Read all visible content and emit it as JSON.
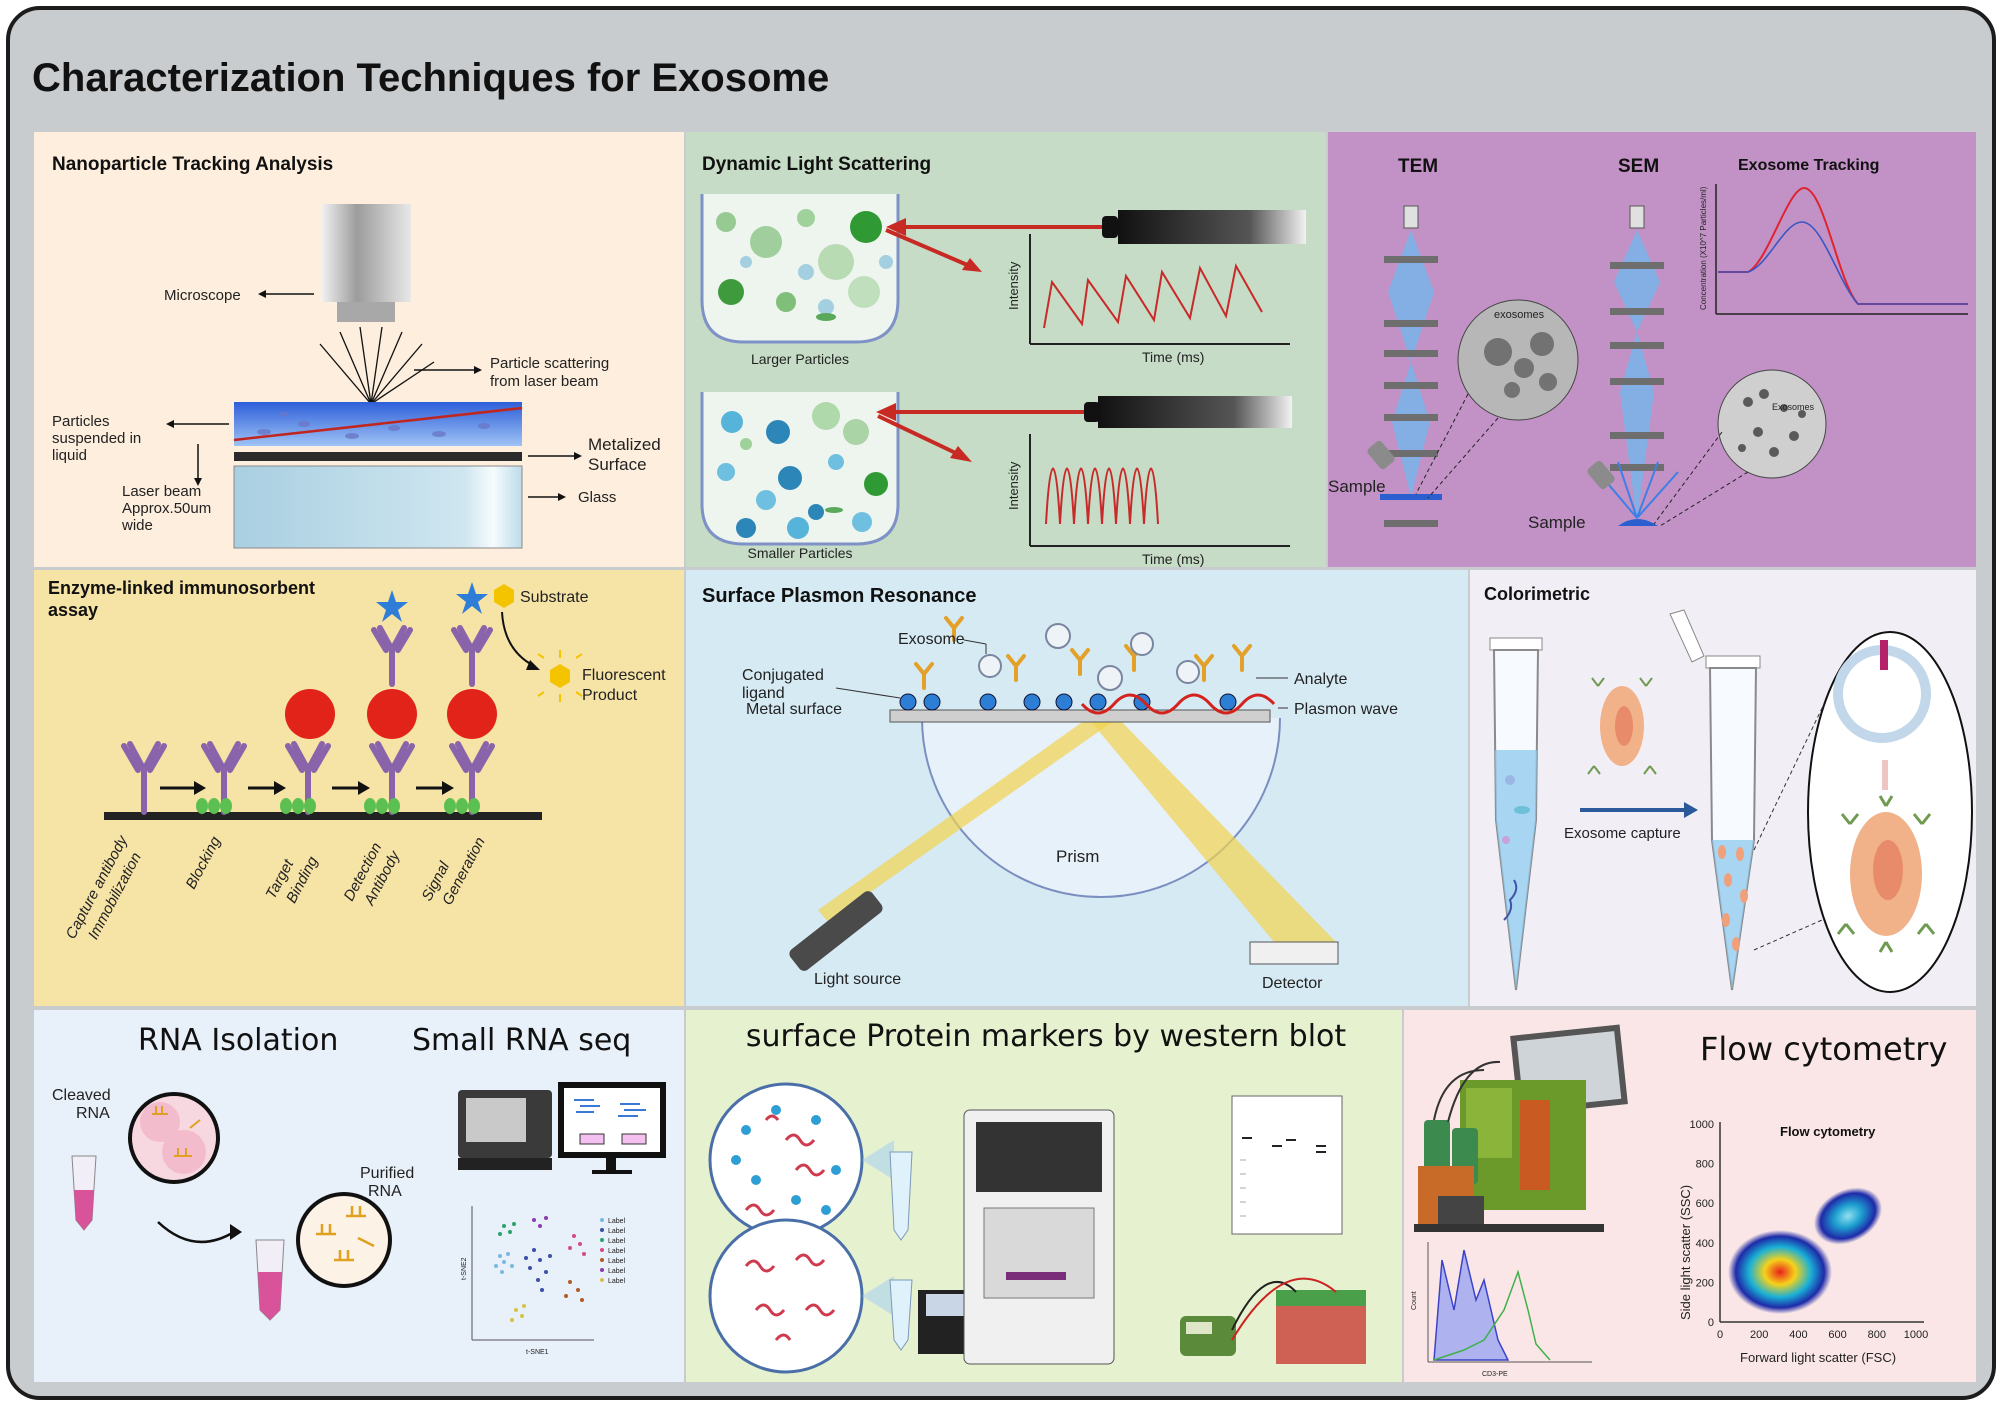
{
  "title": "Characterization Techniques for Exosome",
  "nta": {
    "title": "Nanoparticle Tracking Analysis",
    "microscope": "Microscope",
    "scatter_1": "Particle scattering",
    "scatter_2": "from laser beam",
    "particles_1": "Particles",
    "particles_2": "suspended in",
    "particles_3": "liquid",
    "metal_1": "Metalized",
    "metal_2": "Surface",
    "glass": "Glass",
    "laser_1": "Laser beam",
    "laser_2": "Approx.50um",
    "laser_3": "wide"
  },
  "dls": {
    "title": "Dynamic Light Scattering",
    "larger": "Larger Particles",
    "smaller": "Smaller Particles",
    "ylabel": "Intensity",
    "xlabel": "Time (ms)"
  },
  "em": {
    "tem": "TEM",
    "sem": "SEM",
    "tracking": "Exosome Tracking",
    "exosomes_tem": "exosomes",
    "exosomes_sem": "Exosomes",
    "sample": "Sample",
    "conc_label": "Concentration (X10^7 Particles/ml)"
  },
  "elisa": {
    "title_1": "Enzyme-linked immunosorbent",
    "title_2": "assay",
    "substrate": "Substrate",
    "fluor_1": "Fluorescent",
    "fluor_2": "Product",
    "step1_1": "Capture antibody",
    "step1_2": "Immobilization",
    "step2": "Blocking",
    "step3_1": "Target",
    "step3_2": "Binding",
    "step4_1": "Detection",
    "step4_2": "Antibody",
    "step5_1": "Signal",
    "step5_2": "Generation"
  },
  "spr": {
    "title": "Surface Plasmon Resonance",
    "exosome": "Exosome",
    "conj_1": "Conjugated",
    "conj_2": "ligand",
    "metal": "Metal surface",
    "analyte": "Analyte",
    "plasmon": "Plasmon wave",
    "prism": "Prism",
    "light": "Light source",
    "detector": "Detector"
  },
  "color": {
    "title": "Colorimetric",
    "capture": "Exosome capture"
  },
  "rna": {
    "isolation": "RNA Isolation",
    "seq": "Small RNA seq",
    "cleaved_1": "Cleaved",
    "cleaved_2": "RNA",
    "purified_1": "Purified",
    "purified_2": "RNA",
    "tsne1": "t-SNE1",
    "tsne2": "t-SNE2",
    "legend_label": "Label"
  },
  "wb": {
    "title": "surface Protein markers by western blot"
  },
  "flow": {
    "title": "Flow cytometry",
    "plot_title": "Flow cytometry",
    "ylabel": "Side light scatter (SSC)",
    "xlabel": "Forward light scatter (FSC)",
    "hist_xlabel": "CD3-PE",
    "hist_ylabel": "Count",
    "xticks": [
      "0",
      "200",
      "400",
      "600",
      "800",
      "1000"
    ],
    "yticks": [
      "0",
      "200",
      "400",
      "600",
      "800",
      "1000"
    ]
  }
}
